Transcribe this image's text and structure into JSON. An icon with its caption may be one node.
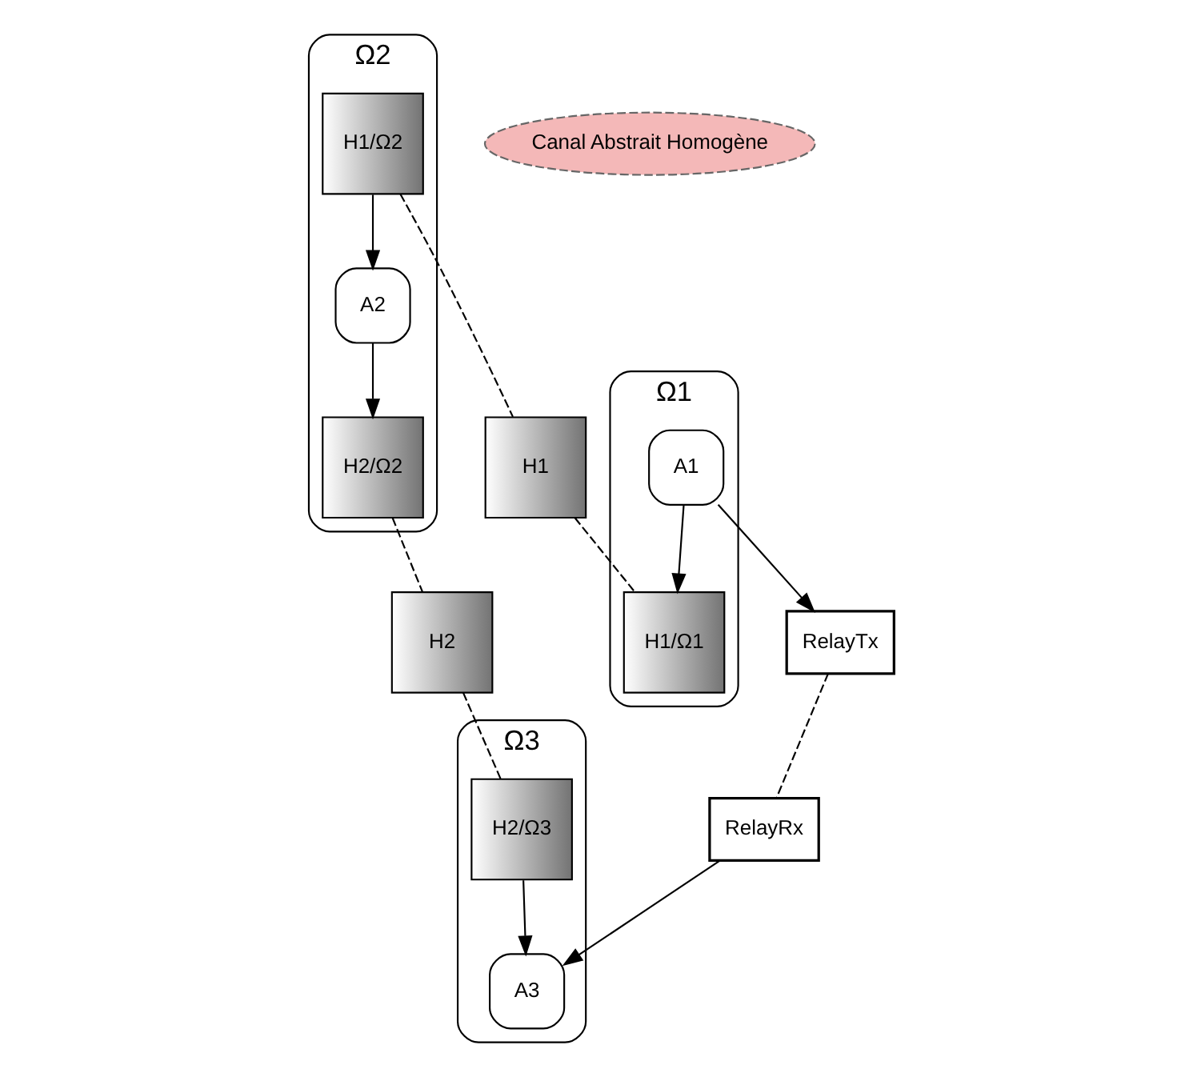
{
  "diagram": {
    "nodes": [
      {
        "text": [
          "Ω2"
        ]
      },
      {
        "text": [
          "H1/Ω2"
        ],
        "in": 0
      },
      {
        "text": [
          "A2"
        ],
        "in": 0
      },
      {
        "text": [
          "H2/Ω2"
        ],
        "in": 0
      },
      {
        "text": [
          "H1"
        ]
      },
      {
        "text": [
          "H2"
        ]
      },
      {
        "text": [
          "Ω1"
        ]
      },
      {
        "text": [
          "H1/Ω1"
        ],
        "in": 6
      },
      {
        "text": [
          "A1"
        ],
        "in": 6
      },
      {
        "text": [
          "RelayTx"
        ]
      },
      {
        "text": [
          "Canal Abstrait Homogène"
        ]
      },
      {
        "text": [
          "RelayRx"
        ]
      },
      {
        "text": [
          "Ω3"
        ]
      },
      {
        "text": [
          "H2/Ω3"
        ],
        "in": 12
      },
      {
        "text": [
          "A3"
        ],
        "in": 12
      }
    ],
    "edges": [
      {
        "from": 1,
        "to": 2,
        "arrow": "to"
      },
      {
        "from": 2,
        "to": 3,
        "arrow": "to"
      },
      {
        "from": 1,
        "to": 4,
        "arrow": "none",
        "style": "dashed"
      },
      {
        "from": 3,
        "to": 5,
        "arrow": "none",
        "style": "dashed"
      },
      {
        "from": 4,
        "to": 7,
        "arrow": "none",
        "style": "dashed"
      },
      {
        "from": 5,
        "to": 13,
        "arrow": "none",
        "style": "dashed"
      },
      {
        "from": 8,
        "to": 7,
        "arrow": "to"
      },
      {
        "from": 8,
        "to": 9,
        "arrow": "to"
      },
      {
        "from": 9,
        "to": 11,
        "arrow": "none",
        "style": "dashed"
      },
      {
        "from": 11,
        "to": 14,
        "arrow": "to"
      },
      {
        "from": 13,
        "to": 14,
        "arrow": "to"
      }
    ]
  }
}
